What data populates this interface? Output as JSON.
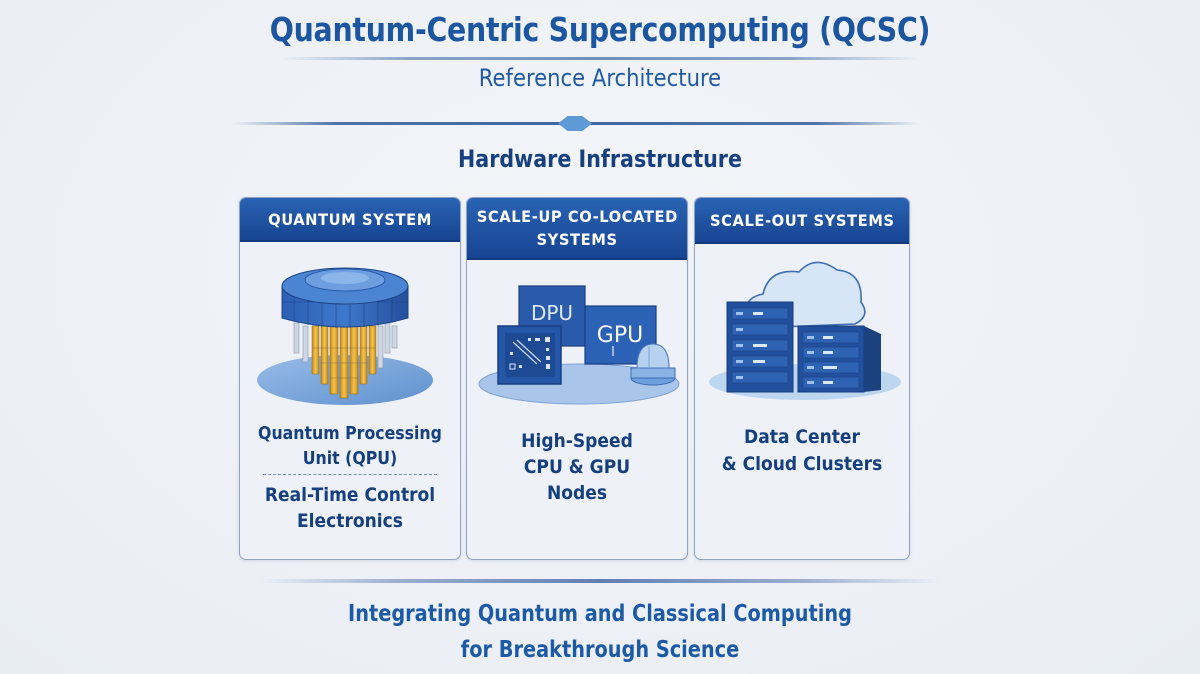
{
  "header": {
    "title": "Quantum-Centric Supercomputing (QCSC)",
    "subtitle": "Reference Architecture"
  },
  "section": {
    "title": "Hardware Infrastructure"
  },
  "cards": [
    {
      "header": "QUANTUM SYSTEM",
      "icon": "qpu-chandelier-icon",
      "lines": [
        "Quantum Processing",
        "Unit (QPU)"
      ],
      "lines2": [
        "Real-Time Control",
        "Electronics"
      ]
    },
    {
      "header_line1": "SCALE-UP CO-LOCATED",
      "header_line2": "SYSTEMS",
      "icon": "cpu-gpu-nodes-icon",
      "chip_label_1": "DPU",
      "chip_label_2": "GPU",
      "lines": [
        "High-Speed",
        "CPU & GPU",
        "Nodes"
      ]
    },
    {
      "header": "SCALE-OUT SYSTEMS",
      "icon": "cloud-servers-icon",
      "lines": [
        "Data Center",
        "& Cloud Clusters"
      ]
    }
  ],
  "footer": {
    "line1": "Integrating Quantum and Classical Computing",
    "line2": "for Breakthrough Science"
  },
  "colors": {
    "primary": "#1c56a0",
    "dark_text": "#153f7d",
    "header_fill": "#1f52a0",
    "background": "#edf1f7",
    "accent_gold": "#e3b23c"
  }
}
